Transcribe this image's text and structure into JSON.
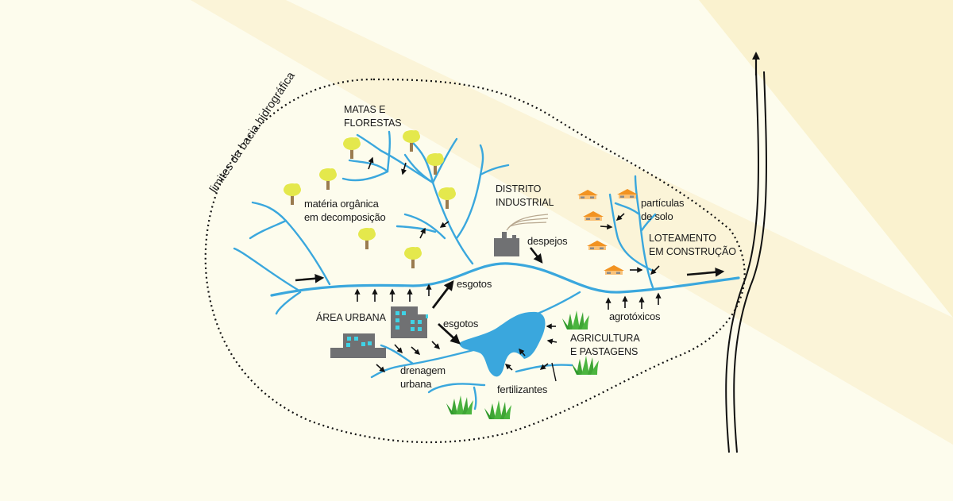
{
  "colors": {
    "background": "#fdfced",
    "band": "#f9f1cf",
    "river": "#3aa7dd",
    "building": "#707173",
    "window": "#3fd3e6",
    "roof": "#f29322",
    "grass": "#3fa535",
    "tree_canopy": "#e4e84c",
    "tree_trunk": "#9a7b4f"
  },
  "boundary_label": "limites da bacia hidrográfica",
  "labels": {
    "matas": [
      "MATAS E",
      "FLORESTAS"
    ],
    "materia": [
      "matéria orgânica",
      "em decomposição"
    ],
    "distrito": [
      "DISTRITO",
      "INDUSTRIAL"
    ],
    "despejos": "despejos",
    "particulas": [
      "partículas",
      "de solo"
    ],
    "loteamento": [
      "LOTEAMENTO",
      "EM CONSTRUÇÃO"
    ],
    "esgotos_top": "esgotos",
    "esgotos_bottom": "esgotos",
    "area_urbana": "ÁREA URBANA",
    "drenagem": [
      "drenagem",
      "urbana"
    ],
    "agrotoxicos": "agrotóxicos",
    "agricultura": [
      "AGRICULTURA",
      "E PASTAGENS"
    ],
    "fertilizantes": "fertilizantes"
  },
  "icons": {
    "trees": "tree-icon",
    "houses": "house-icon",
    "grass": "grass-icon",
    "factory": "factory-icon",
    "buildings": "building-icon",
    "arrows": "arrow-icon"
  }
}
